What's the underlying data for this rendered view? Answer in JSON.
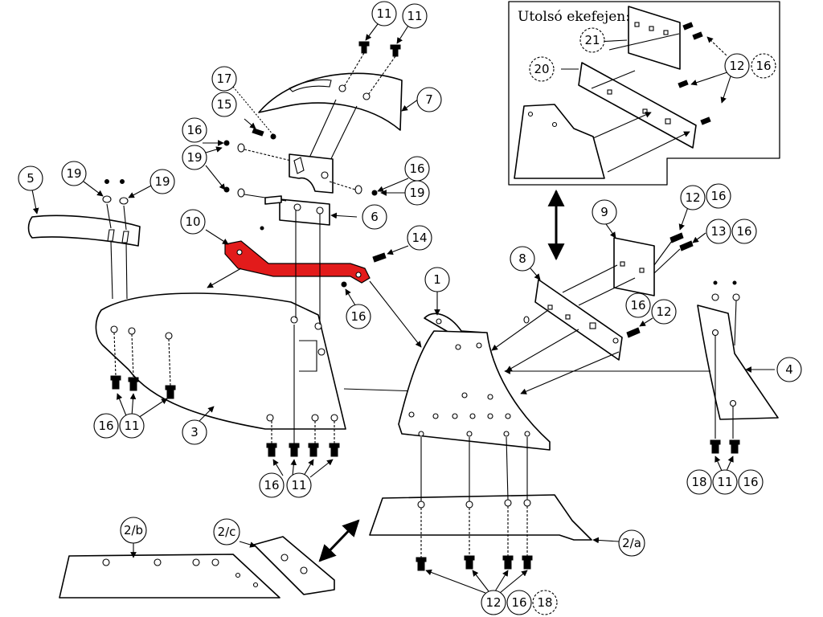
{
  "inset": {
    "title": "Utolsó ekefejen:"
  },
  "labels": {
    "l11a": "11",
    "l11b": "11",
    "l7": "7",
    "l17": "17",
    "l15": "15",
    "l16a": "16",
    "l19a": "19",
    "l16b": "16",
    "l19b": "19",
    "l6": "6",
    "l5": "5",
    "l19c": "19",
    "l19d": "19",
    "l10": "10",
    "l14": "14",
    "l16c": "16",
    "l1": "1",
    "l3": "3",
    "l16d": "16",
    "l11c": "11",
    "l16e": "16",
    "l11d": "11",
    "l8": "8",
    "l9": "9",
    "l12a": "12",
    "l16f": "16",
    "l13": "13",
    "l16g": "16",
    "l16h": "16",
    "l12b": "12",
    "l4": "4",
    "l18a": "18",
    "l11e": "11",
    "l16i": "16",
    "l2b": "2/b",
    "l2c": "2/c",
    "l2a": "2/a",
    "l12c": "12",
    "l16j": "16",
    "l18b": "18",
    "l21": "21",
    "l20": "20",
    "l12d": "12",
    "l16k": "16"
  }
}
